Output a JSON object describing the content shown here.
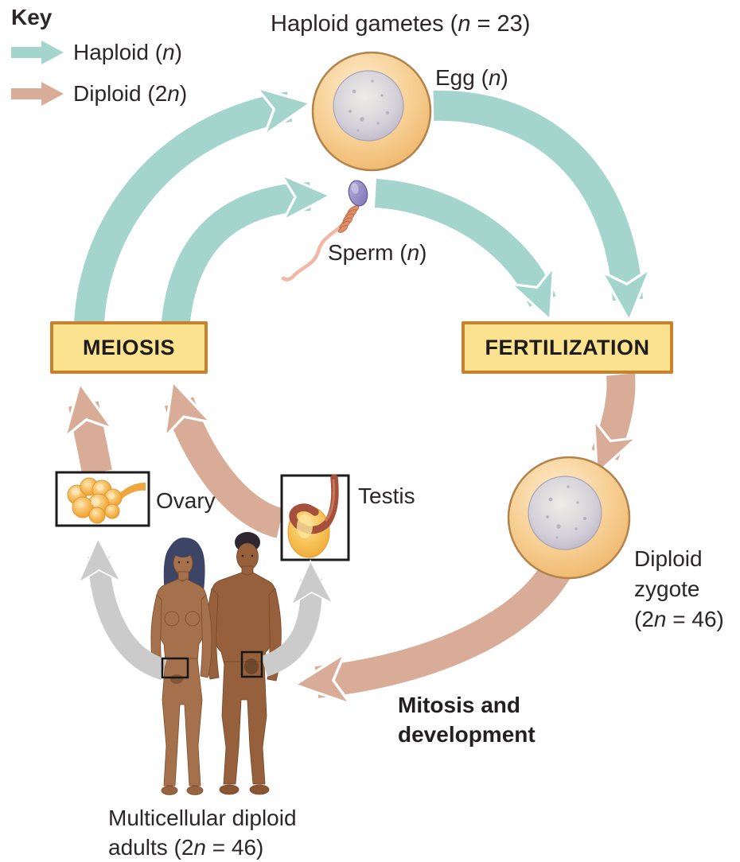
{
  "key": {
    "title": "Key",
    "items": [
      {
        "pre": "Haploid (",
        "var": "n",
        "post": ")",
        "icon": "haploid-arrow",
        "color": "#a3d5cc"
      },
      {
        "pre": "Diploid (2",
        "var": "n",
        "post": ")",
        "icon": "diploid-arrow",
        "color": "#d9ac97"
      }
    ]
  },
  "top_label": {
    "pre": "Haploid gametes (",
    "var": "n",
    "post": " = 23)"
  },
  "egg_label": {
    "pre": "Egg (",
    "var": "n",
    "post": ")"
  },
  "sperm_label": {
    "pre": "Sperm (",
    "var": "n",
    "post": ")"
  },
  "boxes": {
    "meiosis": "MEIOSIS",
    "fertilization": "FERTILIZATION"
  },
  "organ_labels": {
    "ovary": "Ovary",
    "testis": "Testis"
  },
  "zygote_label": {
    "line1": "Diploid",
    "line2": "zygote",
    "line3_pre": "(2",
    "line3_var": "n",
    "line3_post": " = 46)"
  },
  "mitosis_label": {
    "line1": "Mitosis and",
    "line2": "development"
  },
  "adults_label": {
    "line1": "Multicellular diploid",
    "line2_pre": "adults (2",
    "line2_var": "n",
    "line2_post": " = 46)"
  },
  "colors": {
    "haploid": "#a3d5cc",
    "diploid": "#d9ac97",
    "somatic": "#cbcbcb",
    "box-fill": "#fae28f",
    "box-border": "#c7822e"
  }
}
